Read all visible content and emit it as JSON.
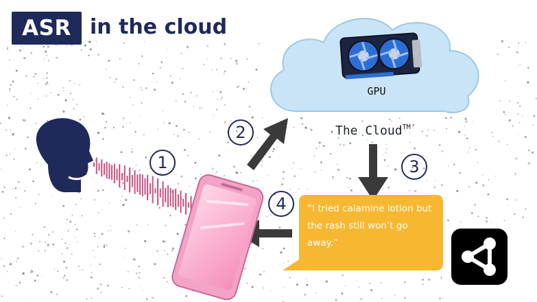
{
  "title": {
    "badge": "ASR",
    "rest": "in the cloud"
  },
  "cloud": {
    "gpu_label": "GPU",
    "label": "The Cloud",
    "trademark": "TM"
  },
  "steps": [
    "1",
    "2",
    "3",
    "4"
  ],
  "bubble": {
    "quote": "“I tried calamine lotion but the rash still won’t go away.”"
  },
  "colors": {
    "navy": "#1f2a5a",
    "cloud": "#c9e4f6",
    "bubble": "#f7b731",
    "phone": "#f2a3c6",
    "wave_start": "#f07060",
    "wave_end": "#8a2fae",
    "arrow": "#3a3a3a"
  },
  "icons": [
    "speaker-head-icon",
    "sound-wave-icon",
    "gpu-card-icon",
    "smartphone-icon",
    "share-icon"
  ]
}
